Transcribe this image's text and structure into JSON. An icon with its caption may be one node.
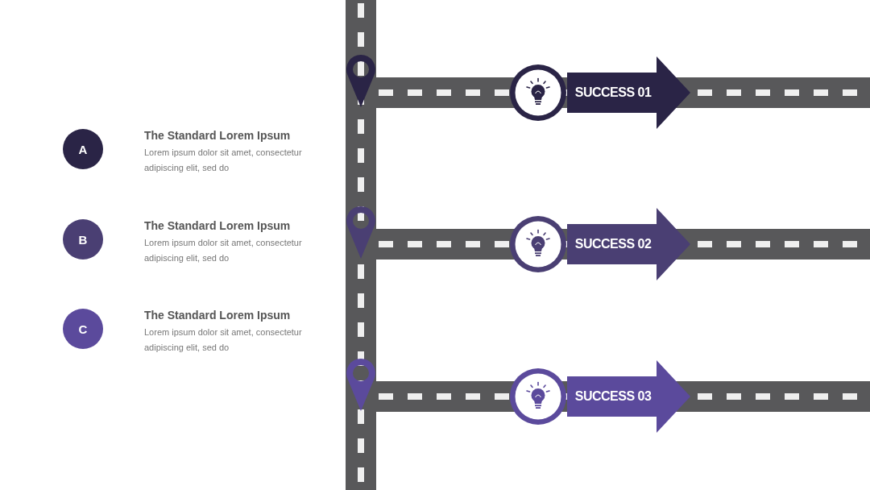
{
  "diagram": {
    "nodes": [
      {
        "text": [
          "A"
        ],
        "beside": [
          "The Standard Lorem Ipsum",
          "Lorem ipsum dolor sit amet, consectetur adipiscing elit, sed do"
        ]
      },
      {
        "text": [
          "B"
        ],
        "beside": [
          "The Standard Lorem Ipsum",
          "Lorem ipsum dolor sit amet, consectetur adipiscing elit, sed do"
        ]
      },
      {
        "text": [
          "C"
        ],
        "beside": [
          "The Standard Lorem Ipsum",
          "Lorem ipsum dolor sit amet, consectetur adipiscing elit, sed do"
        ]
      },
      {
        "text": [
          "SUCCESS 01"
        ]
      },
      {
        "text": [
          "SUCCESS 02"
        ]
      },
      {
        "text": [
          "SUCCESS 03"
        ]
      }
    ]
  }
}
